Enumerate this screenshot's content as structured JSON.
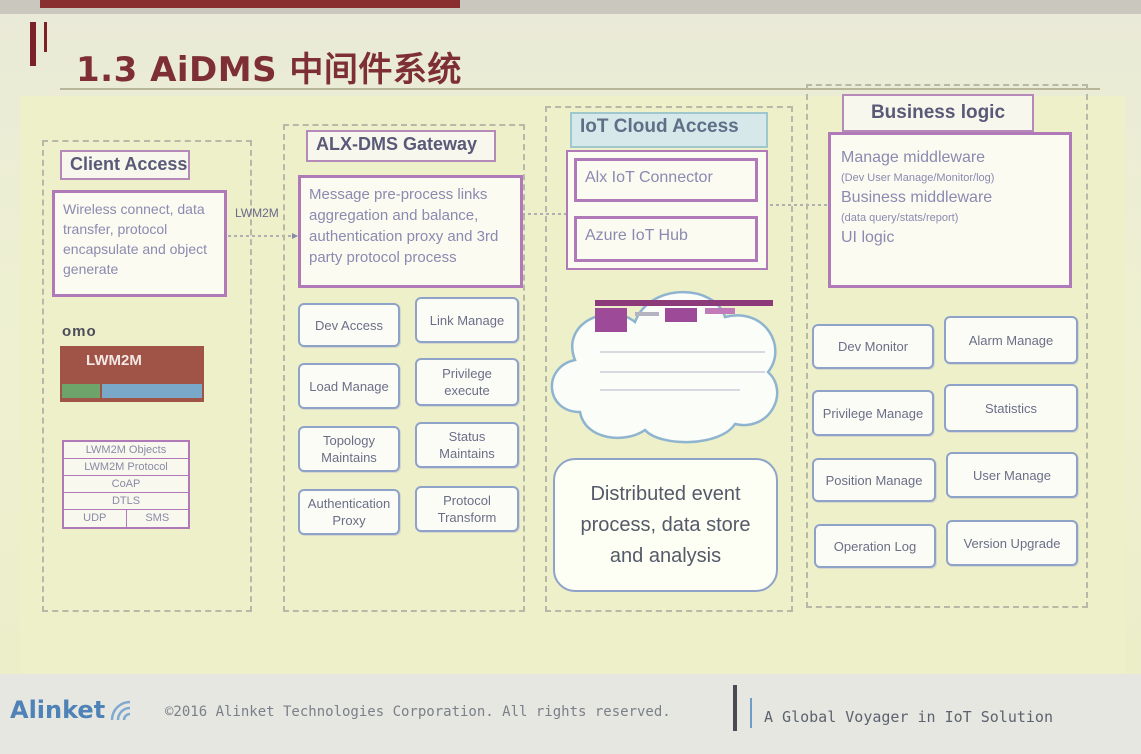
{
  "slide": {
    "title": "1.3 AiDMS 中间件系统"
  },
  "client_access": {
    "header": "Client Access",
    "description": "Wireless connect, data transfer, protocol encapsulate and object generate",
    "protocol_label": "LWM2M",
    "logo_text": "omo",
    "lwm2m_logo": "LWM2M",
    "stack_rows": [
      "LWM2M Objects",
      "LWM2M Protocol",
      "CoAP",
      "DTLS"
    ],
    "stack_split": [
      "UDP",
      "SMS"
    ]
  },
  "gateway": {
    "header": "ALX-DMS Gateway",
    "description": "Message pre-process links aggregation and balance, authentication proxy and 3rd party protocol process",
    "modules": [
      "Dev Access",
      "Link Manage",
      "Load Manage",
      "Privilege execute",
      "Topology Maintains",
      "Status Maintains",
      "Authentication Proxy",
      "Protocol Transform"
    ]
  },
  "iot_cloud": {
    "header": "IoT Cloud Access",
    "connector": "Alx IoT Connector",
    "hub": "Azure IoT Hub",
    "distributed": "Distributed event process, data store and analysis"
  },
  "business": {
    "header": "Business logic",
    "line1": "Manage middleware",
    "line2": "(Dev User Manage/Monitor/log)",
    "line3": "Business middleware",
    "line4": "(data query/stats/report)",
    "line5": "UI logic",
    "modules": [
      "Dev Monitor",
      "Alarm Manage",
      "Privilege Manage",
      "Statistics",
      "Position Manage",
      "User Manage",
      "Operation Log",
      "Version Upgrade"
    ]
  },
  "footer": {
    "brand": "Alinket",
    "copyright": "©2016 Alinket Technologies Corporation. All rights reserved.",
    "slogan": "A Global Voyager in IoT Solution"
  }
}
